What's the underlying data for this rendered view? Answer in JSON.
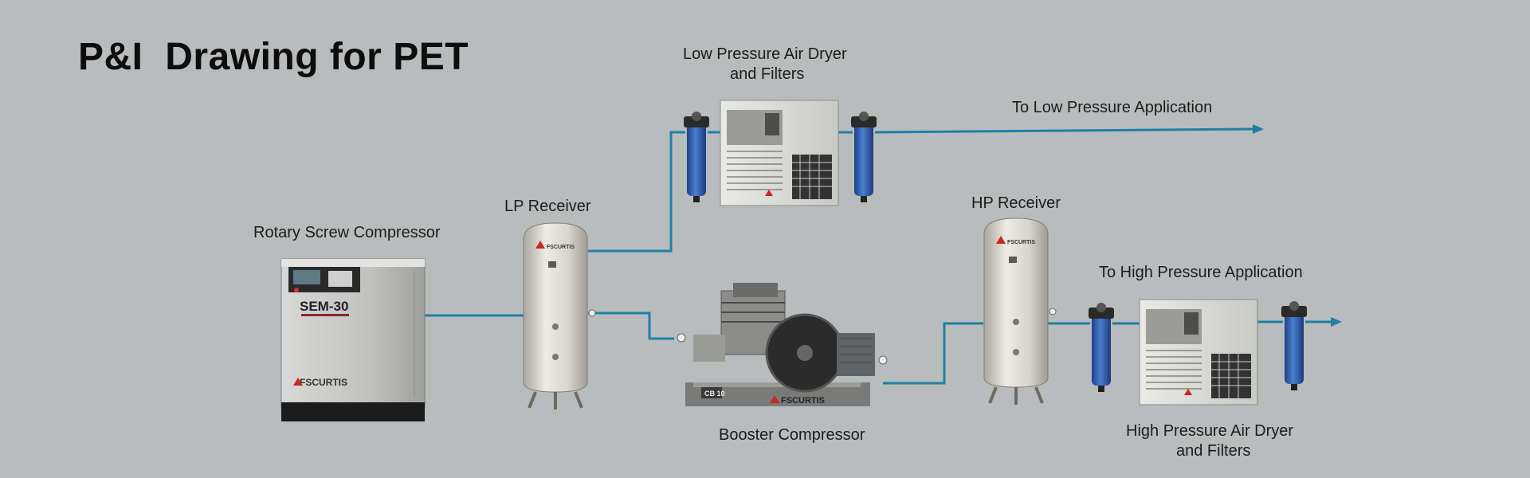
{
  "title": "P&I  Drawing for PET",
  "labels": {
    "rotary_screw_compressor": "Rotary Screw Compressor",
    "lp_receiver": "LP Receiver",
    "low_pressure_dryer_line1": "Low Pressure Air Dryer",
    "low_pressure_dryer_line2": "and Filters",
    "to_low_pressure_application": "To Low Pressure Application",
    "booster_compressor": "Booster Compressor",
    "hp_receiver": "HP Receiver",
    "to_high_pressure_application": "To High Pressure Application",
    "high_pressure_dryer_line1": "High Pressure Air Dryer",
    "high_pressure_dryer_line2": "and Filters"
  },
  "equipment_text": {
    "compressor_model": "SEM-30",
    "brand": "FSCURTIS",
    "booster_model": "CB 10"
  },
  "colors": {
    "background": "#b9bcbd",
    "pipe": "#1f7fa3",
    "filter": "#2f5fae",
    "tank": "#d9d7cf"
  }
}
